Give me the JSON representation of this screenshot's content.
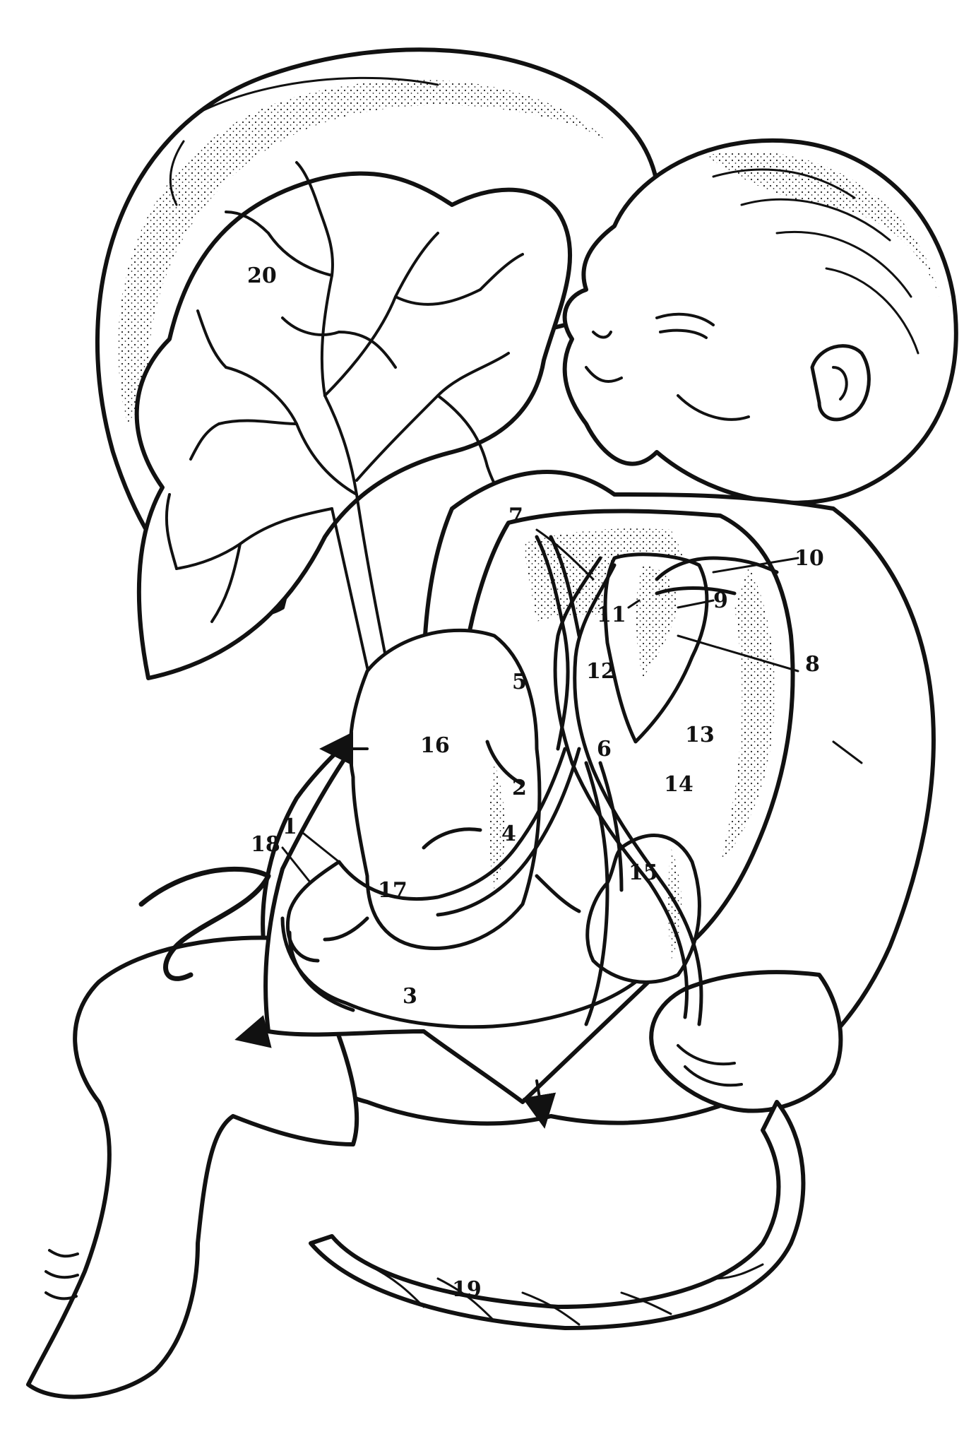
{
  "labels": {
    "l1": "1",
    "l2": "2",
    "l3": "3",
    "l4": "4",
    "l5": "5",
    "l6": "6",
    "l7": "7",
    "l8": "8",
    "l9": "9",
    "l10": "10",
    "l11": "11",
    "l12": "12",
    "l13": "13",
    "l14": "14",
    "l15": "15",
    "l16": "16",
    "l17": "17",
    "l18": "18",
    "l19": "19",
    "l20": "20"
  },
  "style": {
    "ink": "#111111",
    "paper": "#ffffff"
  }
}
